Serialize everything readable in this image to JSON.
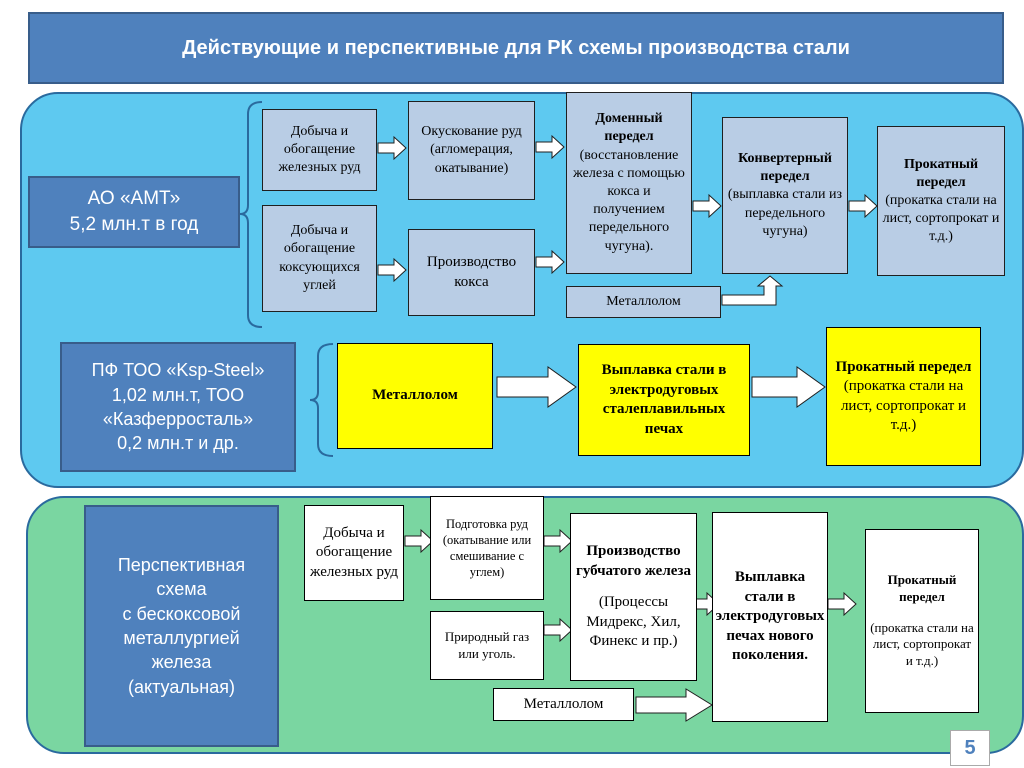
{
  "title": "Действующие и перспективные для РК схемы производства стали",
  "page_number": "5",
  "colors": {
    "title_bg": "#4f81bd",
    "top_panel": "#5ec9f0",
    "bottom_panel": "#7ad6a1",
    "step_box": "#b9cde5",
    "highlight_box": "#ffff00"
  },
  "amt": {
    "label": {
      "line1": "АО «АМТ»",
      "line2": "5,2 млн.т в год"
    },
    "ore_mining": "Добыча и обогащение железных руд",
    "coal_mining": "Добыча и обогащение коксующихся углей",
    "sintering": {
      "title": "Окускование руд",
      "detail": "(агломерация, окатывание)"
    },
    "coke": "Производство кокса",
    "blast_furnace": {
      "title": "Доменный передел",
      "detail": "(восстановление железа с помощью кокса и получением передельного чугуна)."
    },
    "converter": {
      "title": "Конвертерный передел",
      "detail": "(выплавка стали из передельного чугуна)"
    },
    "rolling": {
      "title": "Прокатный передел",
      "detail": "(прокатка стали на лист, сортопрокат и т.д.)"
    },
    "scrap": "Металлолом"
  },
  "ksp": {
    "label": {
      "line1": "ПФ ТОО «Ksp-Steel»",
      "line2": "1,02 млн.т, ТОО",
      "line3": "«Казферросталь»",
      "line4": "0,2 млн.т и др."
    },
    "scrap": "Металлолом",
    "eaf": "Выплавка стали в электродуговых сталеплавильных печах",
    "rolling": {
      "title": "Прокатный передел",
      "detail": "(прокатка стали на лист, сортопрокат и т.д.)"
    }
  },
  "future": {
    "label": {
      "line1": "Перспективная",
      "line2": "схема",
      "line3": "с бескоксовой",
      "line4": "металлургией",
      "line5": "железа",
      "line6": "(актуальная)"
    },
    "ore_mining": "Добыча и обогащение железных руд",
    "ore_prep": "Подготовка руд (окатывание или смешивание с углем)",
    "gas": "Природный газ или уголь.",
    "sponge_iron": {
      "title": "Производство губчатого железа",
      "detail": "(Процессы Мидрекс, Хил, Финекс и пр.)"
    },
    "eaf": "Выплавка стали в электродуговых печах нового поколения.",
    "rolling": {
      "title": "Прокатный передел",
      "detail": "(прокатка стали на лист, сортопрокат и т.д.)"
    },
    "scrap": "Металлолом"
  }
}
